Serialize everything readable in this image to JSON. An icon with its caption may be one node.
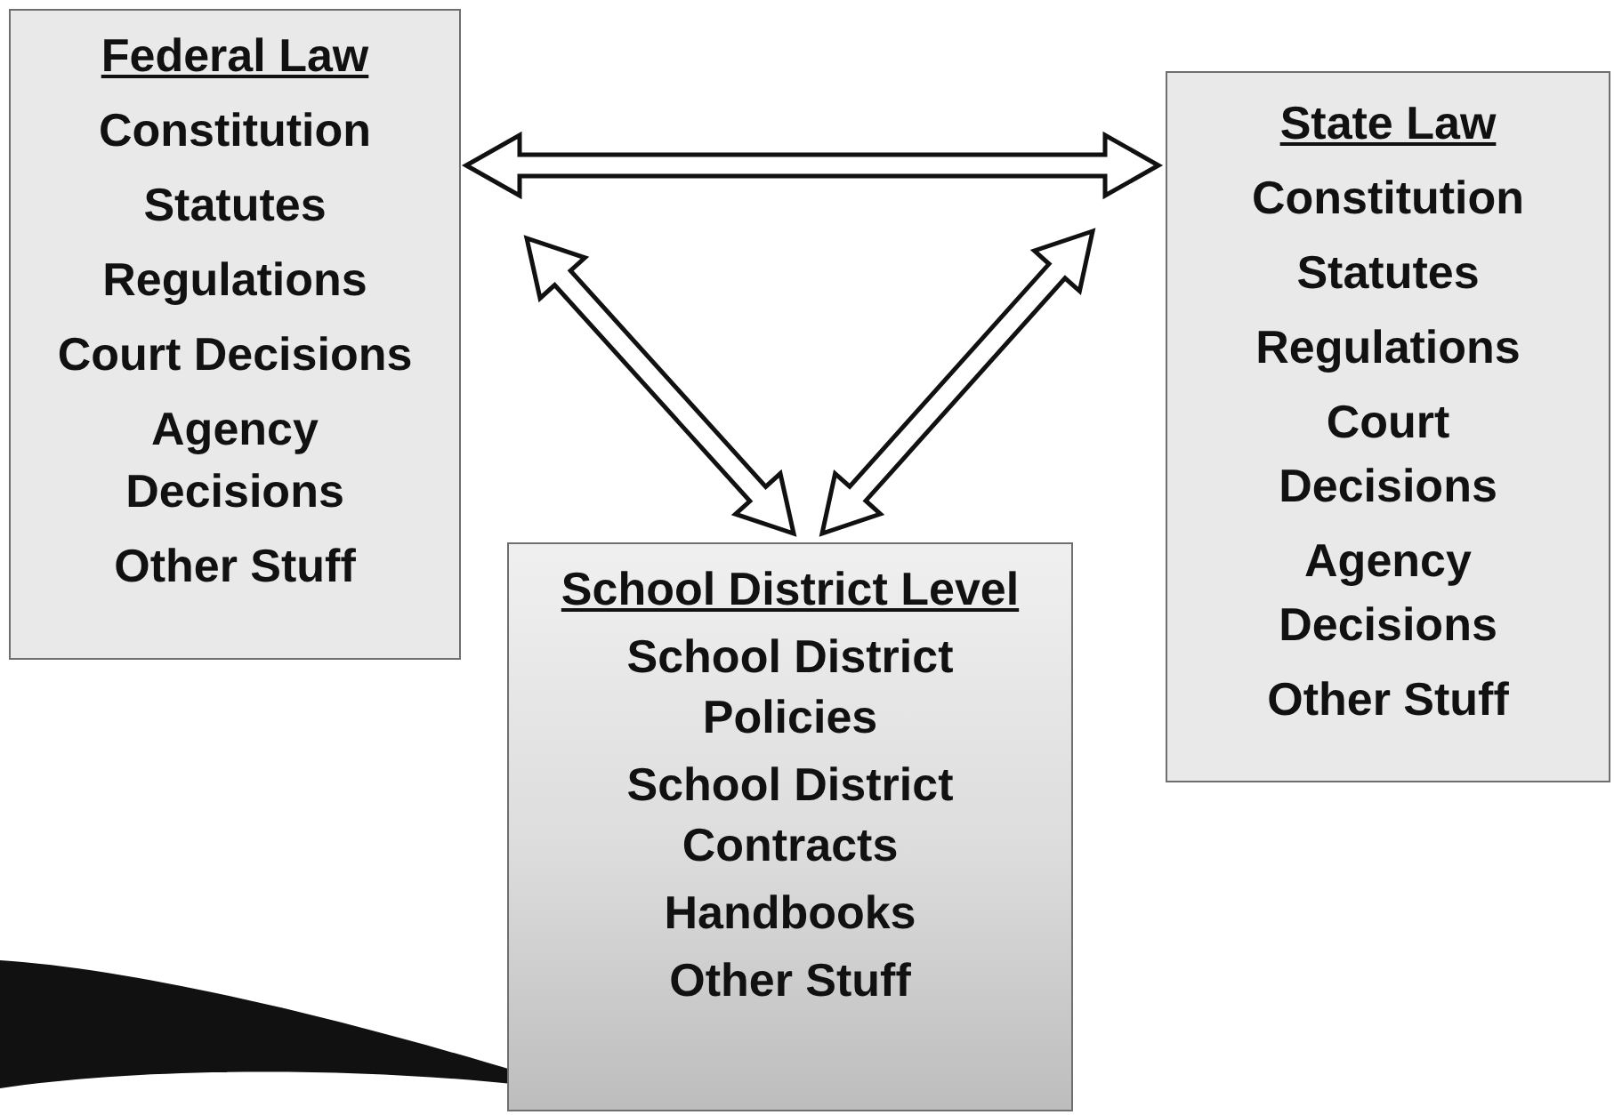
{
  "diagram": {
    "nodes": [
      {
        "text": [
          "Federal Law",
          "Constitution",
          "Statutes",
          "Regulations",
          "Court Decisions",
          "Agency Decisions",
          "Other Stuff"
        ]
      },
      {
        "text": [
          "State Law",
          "Constitution",
          "Statutes",
          "Regulations",
          "Court Decisions",
          "Agency Decisions",
          "Other Stuff"
        ]
      },
      {
        "text": [
          "School District Level",
          "School District Policies",
          "School District Contracts",
          "Handbooks",
          "Other Stuff"
        ]
      }
    ],
    "edges": [
      {
        "from": 0,
        "to": 1,
        "arrow": "both"
      },
      {
        "from": 0,
        "to": 2,
        "arrow": "both"
      },
      {
        "from": 1,
        "to": 2,
        "arrow": "both"
      }
    ]
  }
}
